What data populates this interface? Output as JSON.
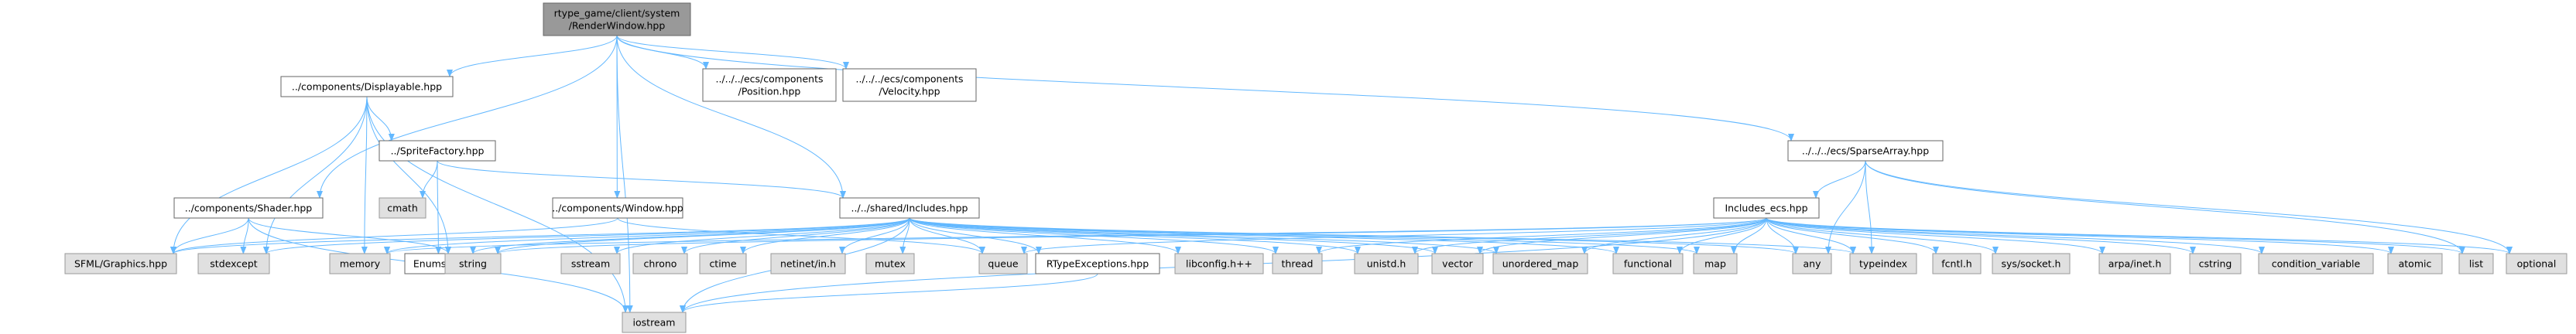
{
  "colors": {
    "node_fill": "#ffffff",
    "node_stroke": "#666666",
    "root_fill": "#999999",
    "root_stroke": "#666666",
    "system_fill": "#e0e0e0",
    "system_stroke": "#999999",
    "edge": "#63b8ff"
  },
  "nodes": [
    {
      "id": "root",
      "kind": "root",
      "lines": [
        "rtype_game/client/system",
        "/RenderWindow.hpp"
      ]
    },
    {
      "id": "displayable",
      "kind": "file",
      "lines": [
        "../components/Displayable.hpp"
      ]
    },
    {
      "id": "position",
      "kind": "file",
      "lines": [
        "../../../ecs/components",
        "/Position.hpp"
      ]
    },
    {
      "id": "velocity",
      "kind": "file",
      "lines": [
        "../../../ecs/components",
        "/Velocity.hpp"
      ]
    },
    {
      "id": "sparsearray",
      "kind": "file",
      "lines": [
        "../../../ecs/SparseArray.hpp"
      ]
    },
    {
      "id": "spritefactory",
      "kind": "file",
      "lines": [
        "../SpriteFactory.hpp"
      ]
    },
    {
      "id": "shader",
      "kind": "file",
      "lines": [
        "../components/Shader.hpp"
      ]
    },
    {
      "id": "window",
      "kind": "file",
      "lines": [
        "../components/Window.hpp"
      ]
    },
    {
      "id": "includes",
      "kind": "file",
      "lines": [
        "../../shared/Includes.hpp"
      ]
    },
    {
      "id": "includes_ecs",
      "kind": "file",
      "lines": [
        "Includes_ecs.hpp"
      ]
    },
    {
      "id": "rtypeexceptions",
      "kind": "file",
      "lines": [
        "RTypeExceptions.hpp"
      ]
    },
    {
      "id": "enums",
      "kind": "file",
      "lines": [
        "Enums.hpp"
      ]
    },
    {
      "id": "cmath",
      "kind": "system",
      "lines": [
        "cmath"
      ]
    },
    {
      "id": "sfml",
      "kind": "system",
      "lines": [
        "SFML/Graphics.hpp"
      ]
    },
    {
      "id": "stdexcept",
      "kind": "system",
      "lines": [
        "stdexcept"
      ]
    },
    {
      "id": "memory",
      "kind": "system",
      "lines": [
        "memory"
      ]
    },
    {
      "id": "string",
      "kind": "system",
      "lines": [
        "string"
      ]
    },
    {
      "id": "sstream",
      "kind": "system",
      "lines": [
        "sstream"
      ]
    },
    {
      "id": "chrono",
      "kind": "system",
      "lines": [
        "chrono"
      ]
    },
    {
      "id": "ctime",
      "kind": "system",
      "lines": [
        "ctime"
      ]
    },
    {
      "id": "netinet",
      "kind": "system",
      "lines": [
        "netinet/in.h"
      ]
    },
    {
      "id": "mutex",
      "kind": "system",
      "lines": [
        "mutex"
      ]
    },
    {
      "id": "queue",
      "kind": "system",
      "lines": [
        "queue"
      ]
    },
    {
      "id": "libconfig",
      "kind": "system",
      "lines": [
        "libconfig.h++"
      ]
    },
    {
      "id": "thread",
      "kind": "system",
      "lines": [
        "thread"
      ]
    },
    {
      "id": "unistd",
      "kind": "system",
      "lines": [
        "unistd.h"
      ]
    },
    {
      "id": "vector",
      "kind": "system",
      "lines": [
        "vector"
      ]
    },
    {
      "id": "unordered_map",
      "kind": "system",
      "lines": [
        "unordered_map"
      ]
    },
    {
      "id": "functional",
      "kind": "system",
      "lines": [
        "functional"
      ]
    },
    {
      "id": "map",
      "kind": "system",
      "lines": [
        "map"
      ]
    },
    {
      "id": "any",
      "kind": "system",
      "lines": [
        "any"
      ]
    },
    {
      "id": "typeindex",
      "kind": "system",
      "lines": [
        "typeindex"
      ]
    },
    {
      "id": "fcntl",
      "kind": "system",
      "lines": [
        "fcntl.h"
      ]
    },
    {
      "id": "syssocket",
      "kind": "system",
      "lines": [
        "sys/socket.h"
      ]
    },
    {
      "id": "arpainet",
      "kind": "system",
      "lines": [
        "arpa/inet.h"
      ]
    },
    {
      "id": "cstring",
      "kind": "system",
      "lines": [
        "cstring"
      ]
    },
    {
      "id": "condvar",
      "kind": "system",
      "lines": [
        "condition_variable"
      ]
    },
    {
      "id": "atomic",
      "kind": "system",
      "lines": [
        "atomic"
      ]
    },
    {
      "id": "list",
      "kind": "system",
      "lines": [
        "list"
      ]
    },
    {
      "id": "optional",
      "kind": "system",
      "lines": [
        "optional"
      ]
    },
    {
      "id": "iostream",
      "kind": "system",
      "lines": [
        "iostream"
      ]
    }
  ],
  "edges": [
    [
      "root",
      "displayable"
    ],
    [
      "root",
      "position"
    ],
    [
      "root",
      "velocity"
    ],
    [
      "root",
      "sparsearray"
    ],
    [
      "root",
      "shader"
    ],
    [
      "root",
      "window"
    ],
    [
      "root",
      "includes"
    ],
    [
      "root",
      "iostream"
    ],
    [
      "displayable",
      "spritefactory"
    ],
    [
      "displayable",
      "sfml"
    ],
    [
      "displayable",
      "stdexcept"
    ],
    [
      "displayable",
      "memory"
    ],
    [
      "displayable",
      "string"
    ],
    [
      "displayable",
      "iostream"
    ],
    [
      "spritefactory",
      "cmath"
    ],
    [
      "spritefactory",
      "enums"
    ],
    [
      "spritefactory",
      "includes"
    ],
    [
      "shader",
      "sfml"
    ],
    [
      "shader",
      "stdexcept"
    ],
    [
      "shader",
      "string"
    ],
    [
      "shader",
      "iostream"
    ],
    [
      "window",
      "sfml"
    ],
    [
      "window",
      "queue"
    ],
    [
      "sparsearray",
      "includes_ecs"
    ],
    [
      "sparsearray",
      "any"
    ],
    [
      "sparsearray",
      "typeindex"
    ],
    [
      "sparsearray",
      "list"
    ],
    [
      "sparsearray",
      "optional"
    ],
    [
      "includes",
      "sfml"
    ],
    [
      "includes",
      "stdexcept"
    ],
    [
      "includes",
      "memory"
    ],
    [
      "includes",
      "enums"
    ],
    [
      "includes",
      "string"
    ],
    [
      "includes",
      "sstream"
    ],
    [
      "includes",
      "chrono"
    ],
    [
      "includes",
      "ctime"
    ],
    [
      "includes",
      "netinet"
    ],
    [
      "includes",
      "mutex"
    ],
    [
      "includes",
      "queue"
    ],
    [
      "includes",
      "rtypeexceptions"
    ],
    [
      "includes",
      "libconfig"
    ],
    [
      "includes",
      "thread"
    ],
    [
      "includes",
      "unistd"
    ],
    [
      "includes",
      "vector"
    ],
    [
      "includes",
      "unordered_map"
    ],
    [
      "includes",
      "functional"
    ],
    [
      "includes",
      "map"
    ],
    [
      "includes",
      "any"
    ],
    [
      "includes",
      "typeindex"
    ],
    [
      "includes",
      "iostream"
    ],
    [
      "includes_ecs",
      "memory"
    ],
    [
      "includes_ecs",
      "string"
    ],
    [
      "includes_ecs",
      "queue"
    ],
    [
      "includes_ecs",
      "thread"
    ],
    [
      "includes_ecs",
      "unistd"
    ],
    [
      "includes_ecs",
      "vector"
    ],
    [
      "includes_ecs",
      "unordered_map"
    ],
    [
      "includes_ecs",
      "functional"
    ],
    [
      "includes_ecs",
      "map"
    ],
    [
      "includes_ecs",
      "any"
    ],
    [
      "includes_ecs",
      "typeindex"
    ],
    [
      "includes_ecs",
      "fcntl"
    ],
    [
      "includes_ecs",
      "syssocket"
    ],
    [
      "includes_ecs",
      "arpainet"
    ],
    [
      "includes_ecs",
      "cstring"
    ],
    [
      "includes_ecs",
      "condvar"
    ],
    [
      "includes_ecs",
      "atomic"
    ],
    [
      "includes_ecs",
      "list"
    ],
    [
      "includes_ecs",
      "optional"
    ],
    [
      "includes_ecs",
      "iostream"
    ],
    [
      "rtypeexceptions",
      "iostream"
    ]
  ]
}
